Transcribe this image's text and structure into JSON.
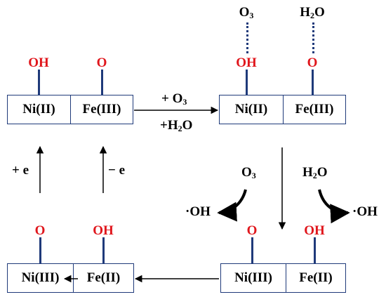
{
  "states": {
    "top_left": {
      "site_left": "OH",
      "site_right": "O",
      "metal_left": "Ni(II)",
      "metal_right": "Fe(III)"
    },
    "top_right": {
      "site_left": "OH",
      "site_right": "O",
      "metal_left": "Ni(II)",
      "metal_right": "Fe(III)"
    },
    "bottom_right": {
      "site_left": "O",
      "site_right": "OH",
      "metal_left": "Ni(III)",
      "metal_right": "Fe(II)"
    },
    "bottom_left": {
      "site_left": "O",
      "site_right": "OH",
      "metal_left": "Ni(III)",
      "metal_right": "Fe(II)"
    }
  },
  "formulas": {
    "o3_sub": "3",
    "h2o_sub": "2"
  },
  "labels": {
    "plus_o3_prefix": "+ O",
    "plus_h2o_prefix": "+H",
    "plus_h2o_suffix": "O",
    "oh_radical": "·OH",
    "plus_e": "+ e",
    "minus_e": "− e"
  },
  "colors": {
    "site_label": "#e0161c",
    "bond_and_border": "#1f3a7a",
    "text": "#000000"
  }
}
